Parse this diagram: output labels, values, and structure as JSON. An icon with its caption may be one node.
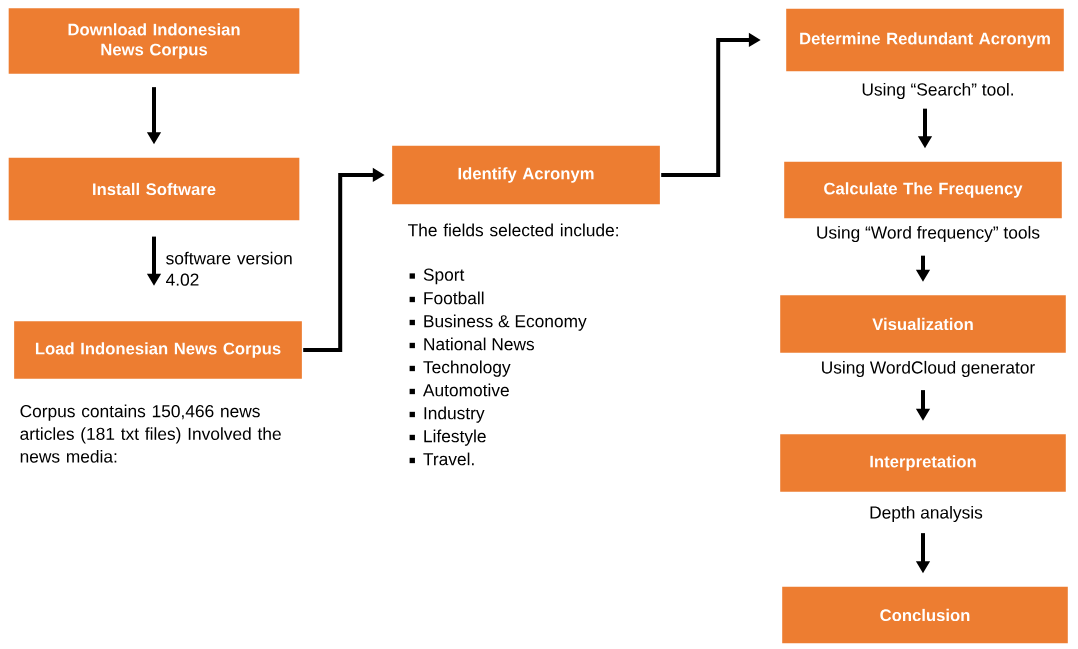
{
  "diagram": {
    "nodes": [
      {
        "text": [
          "Download Indonesian News Corpus"
        ]
      },
      {
        "text": [
          "Install Software"
        ]
      },
      {
        "text": [
          "Load Indonesian News Corpus"
        ],
        "beside": [
          "Corpus contains 150,466 news articles (181 txt files) Involved the news media:"
        ]
      },
      {
        "text": [
          "Identify Acronym"
        ],
        "beside": [
          "The fields selected include:",
          "Sport",
          "Football",
          "Business & Economy",
          "National News",
          "Technology",
          "Automotive",
          "Industry",
          "Lifestyle",
          "Travel."
        ]
      },
      {
        "text": [
          "Determine Redundant Acronym"
        ],
        "beside": [
          "Using “Search” tool."
        ]
      },
      {
        "text": [
          "Calculate The Frequency"
        ],
        "beside": [
          "Using “Word frequency” tools"
        ]
      },
      {
        "text": [
          "Visualization"
        ],
        "beside": [
          "Using WordCloud generator"
        ]
      },
      {
        "text": [
          "Interpretation"
        ],
        "beside": [
          "Depth analysis"
        ]
      },
      {
        "text": [
          "Conclusion"
        ]
      }
    ],
    "edges": [
      {
        "from": 0,
        "to": 1,
        "arrow": "to"
      },
      {
        "from": 1,
        "to": 2,
        "arrow": "to",
        "label": "software version 4.02"
      },
      {
        "from": 2,
        "to": 3,
        "arrow": "to"
      },
      {
        "from": 3,
        "to": 4,
        "arrow": "to"
      },
      {
        "from": 4,
        "to": 5,
        "arrow": "to"
      },
      {
        "from": 5,
        "to": 6,
        "arrow": "to"
      },
      {
        "from": 6,
        "to": 7,
        "arrow": "to"
      },
      {
        "from": 7,
        "to": 8,
        "arrow": "to"
      }
    ]
  }
}
